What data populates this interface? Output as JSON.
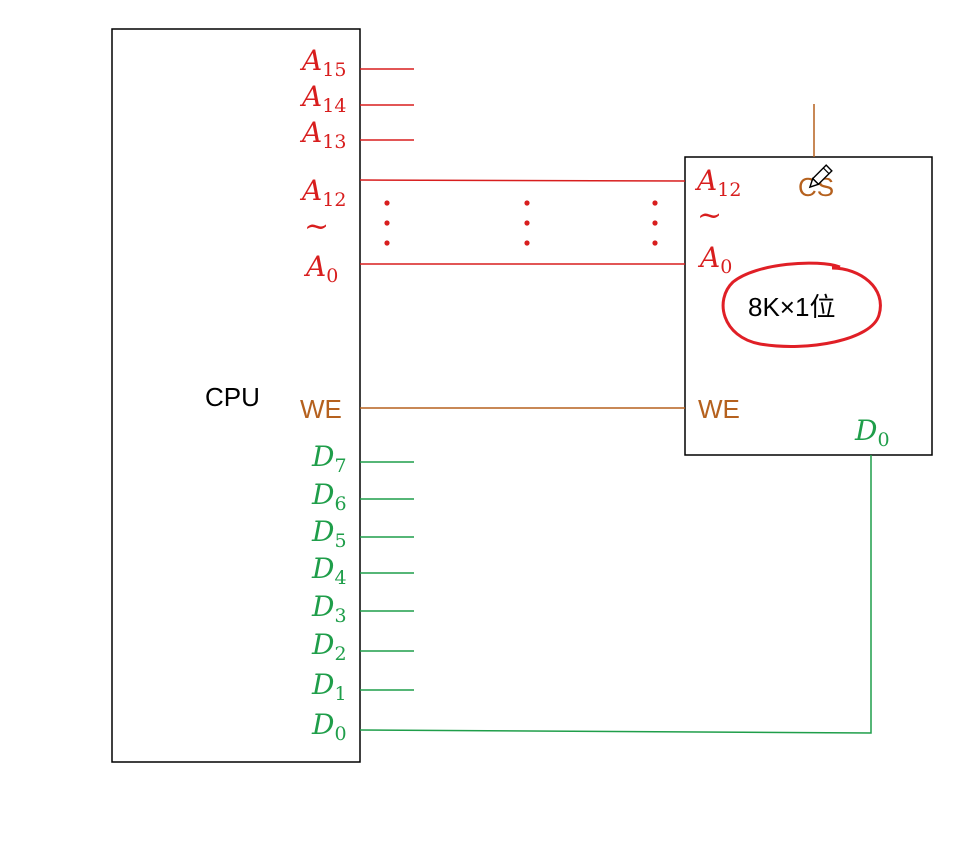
{
  "cpu": {
    "label": "CPU",
    "address_pins": [
      {
        "base": "A",
        "sub": "15"
      },
      {
        "base": "A",
        "sub": "14"
      },
      {
        "base": "A",
        "sub": "13"
      },
      {
        "base": "A",
        "sub": "12"
      },
      {
        "base": "A",
        "sub": "0"
      }
    ],
    "range_symbol": "~",
    "we_label": "WE",
    "data_pins": [
      {
        "base": "D",
        "sub": "7"
      },
      {
        "base": "D",
        "sub": "6"
      },
      {
        "base": "D",
        "sub": "5"
      },
      {
        "base": "D",
        "sub": "4"
      },
      {
        "base": "D",
        "sub": "3"
      },
      {
        "base": "D",
        "sub": "2"
      },
      {
        "base": "D",
        "sub": "1"
      },
      {
        "base": "D",
        "sub": "0"
      }
    ]
  },
  "chip": {
    "address_pins": [
      {
        "base": "A",
        "sub": "12"
      },
      {
        "base": "A",
        "sub": "0"
      }
    ],
    "range_symbol": "~",
    "cs_label": "CS",
    "capacity_label": "8K×1位",
    "we_label": "WE",
    "data_pin": {
      "base": "D",
      "sub": "0"
    }
  },
  "colors": {
    "address": "#d81e1e",
    "data": "#1f9e4a",
    "control": "#b5611e",
    "outline": "#000000"
  },
  "icons": [
    "pencil-icon"
  ]
}
